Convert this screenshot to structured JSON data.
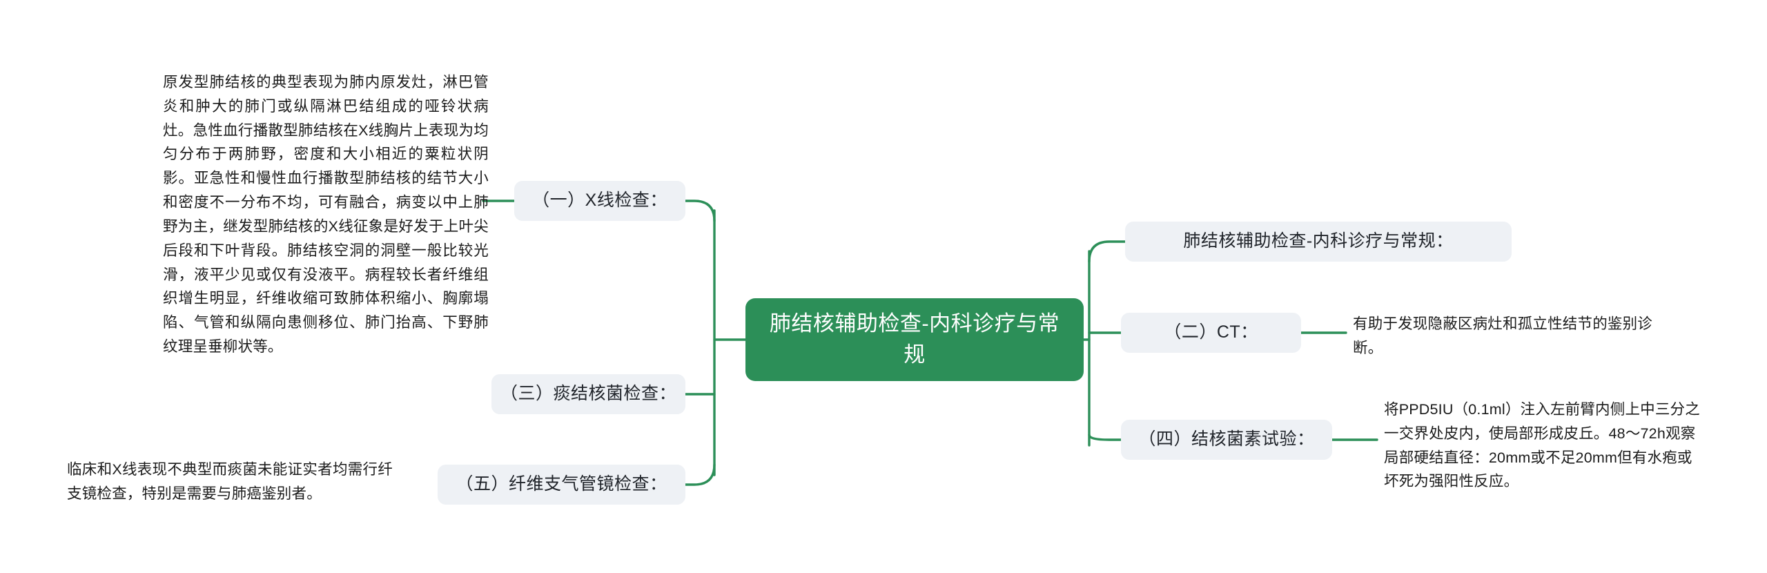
{
  "diagram": {
    "type": "mind-map",
    "title": "肺结核辅助检查-内科诊疗与常规",
    "colors": {
      "root_fill": "#2c8f58",
      "root_text": "#ffffff",
      "branch_fill": "#eef1f5",
      "branch_text": "#20242a",
      "connector": "#2c8f58",
      "leaf_text": "#1b1b1b",
      "background": "#ffffff"
    }
  },
  "root": {
    "label": "肺结核辅助检查-内科诊疗与常规"
  },
  "left_branches": [
    {
      "id": "x-ray",
      "label": "（一）X线检查：",
      "detail": "原发型肺结核的典型表现为肺内原发灶，淋巴管炎和肿大的肺门或纵隔淋巴结组成的哑铃状病灶。急性血行播散型肺结核在X线胸片上表现为均匀分布于两肺野，密度和大小相近的粟粒状阴影。亚急性和慢性血行播散型肺结核的结节大小和密度不一分布不均，可有融合，病变以中上肺野为主，继发型肺结核的X线征象是好发于上叶尖后段和下叶背段。肺结核空洞的洞壁一般比较光滑，液平少见或仅有没液平。病程较长者纤维组织增生明显，纤维收缩可致肺体积缩小、胸廓塌陷、气管和纵隔向患侧移位、肺门抬高、下野肺纹理呈垂柳状等。"
    },
    {
      "id": "sputum-tb-bacillus",
      "label": "（三）痰结核菌检查：",
      "detail": ""
    },
    {
      "id": "fiberoptic-bronchoscopy",
      "label": "（五）纤维支气管镜检查：",
      "detail": "临床和X线表现不典型而痰菌未能证实者均需行纤支镜检查，特别是需要与肺癌鉴别者。"
    }
  ],
  "right_branches": [
    {
      "id": "overview",
      "label": "肺结核辅助检查-内科诊疗与常规：",
      "detail": ""
    },
    {
      "id": "ct",
      "label": "（二）CT：",
      "detail": "有助于发现隐蔽区病灶和孤立性结节的鉴别诊断。"
    },
    {
      "id": "tuberculin-test",
      "label": "（四）结核菌素试验：",
      "detail": "将PPD5IU（0.1ml）注入左前臂内侧上中三分之一交界处皮内，使局部形成皮丘。48～72h观察局部硬结直径：20mm或不足20mm但有水疱或坏死为强阳性反应。"
    }
  ]
}
